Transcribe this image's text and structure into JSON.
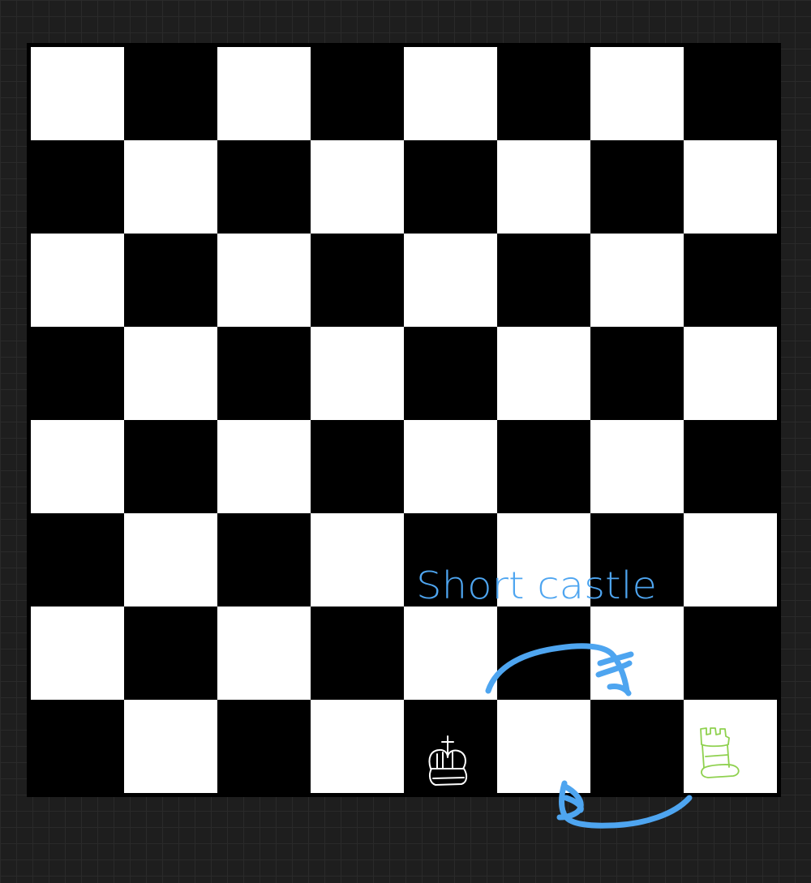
{
  "colors": {
    "canvas_background": "#1e1e1e",
    "board_frame": "#000000",
    "light_square": "#ffffff",
    "dark_square": "#000000",
    "annotation_blue": "#4ea5f0",
    "rook_green": "#8fd14f",
    "king_outline": "#ffffff"
  },
  "board": {
    "files": 8,
    "ranks": 8,
    "top_left_square": "light"
  },
  "pieces": [
    {
      "name": "white-king",
      "icon": "king-icon",
      "color": "white",
      "file": 5,
      "rank": 1
    },
    {
      "name": "white-rook",
      "icon": "rook-icon",
      "color": "green",
      "file": 8,
      "rank": 1
    }
  ],
  "annotation": {
    "label": "Short castle"
  },
  "arrows": [
    {
      "name": "king-castle-arrow",
      "icon": "curved-arrow-icon",
      "from_file": 5,
      "to_file": 7,
      "direction": "right"
    },
    {
      "name": "rook-castle-arrow",
      "icon": "curved-arrow-icon",
      "from_file": 8,
      "to_file": 6,
      "direction": "left"
    }
  ]
}
